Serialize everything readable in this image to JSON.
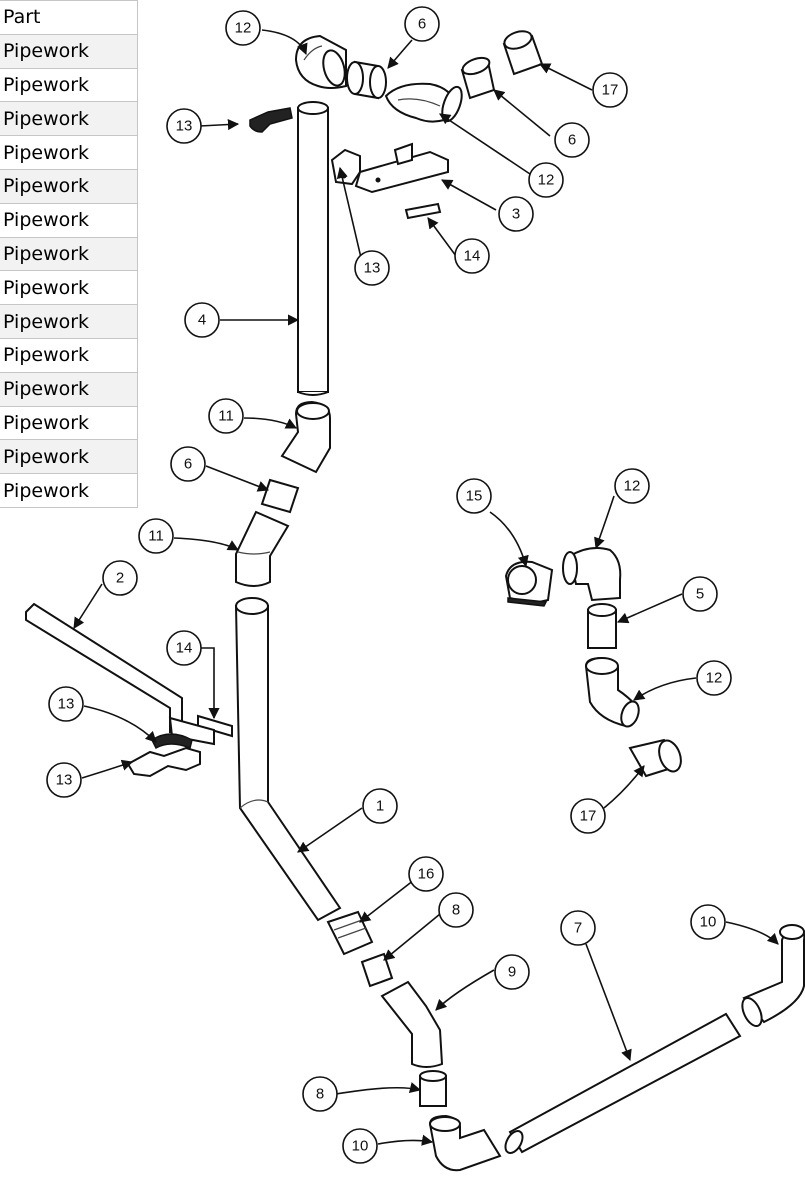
{
  "table": {
    "header": "Part",
    "rows": [
      "Pipework",
      "Pipework",
      "Pipework",
      "Pipework",
      "Pipework",
      "Pipework",
      "Pipework",
      "Pipework",
      "Pipework",
      "Pipework",
      "Pipework",
      "Pipework",
      "Pipework",
      "Pipework"
    ]
  },
  "callouts": [
    "12",
    "6",
    "17",
    "13",
    "6",
    "12",
    "3",
    "14",
    "13",
    "4",
    "11",
    "6",
    "11",
    "15",
    "12",
    "5",
    "2",
    "14",
    "12",
    "13",
    "13",
    "17",
    "1",
    "16",
    "8",
    "9",
    "10",
    "7",
    "8",
    "10"
  ]
}
